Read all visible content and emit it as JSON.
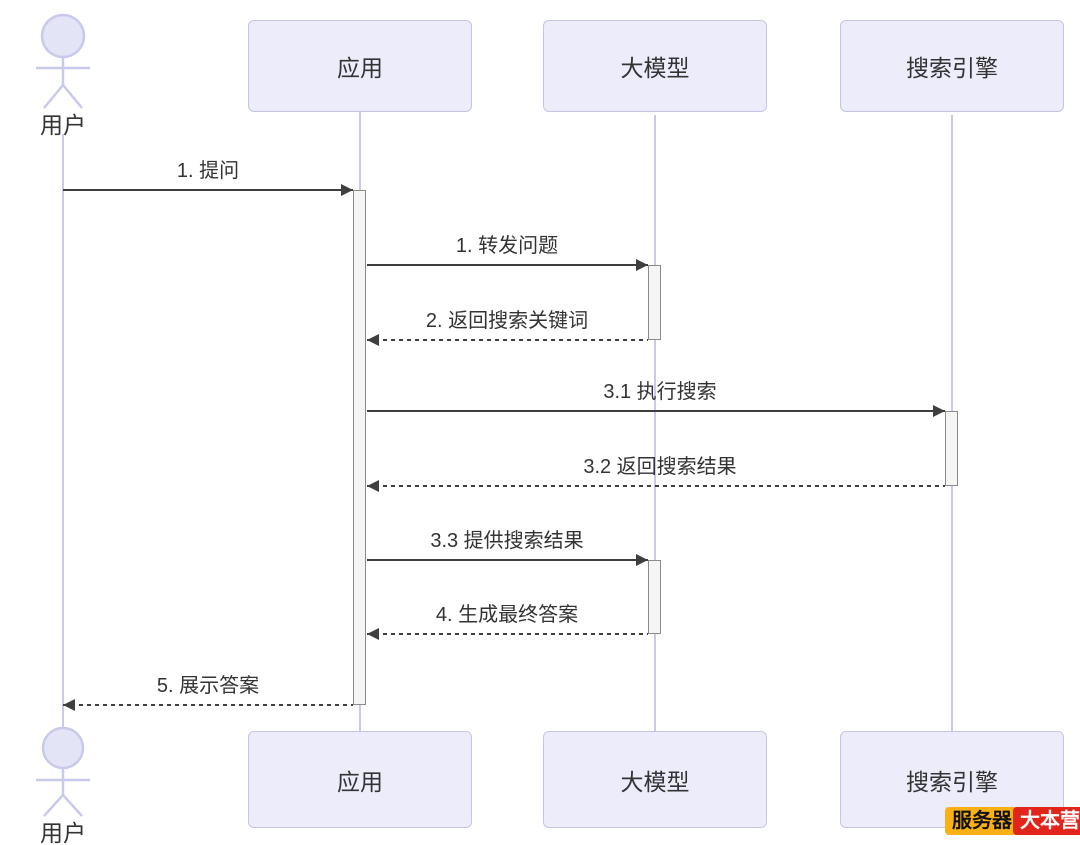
{
  "diagram": {
    "type": "sequence-diagram",
    "actors": [
      {
        "id": "user",
        "label": "用户"
      }
    ],
    "participants": [
      {
        "id": "app",
        "label": "应用"
      },
      {
        "id": "llm",
        "label": "大模型"
      },
      {
        "id": "search",
        "label": "搜索引擎"
      }
    ],
    "messages": [
      {
        "label": "1. 提问",
        "from": "用户",
        "to": "应用",
        "style": "solid"
      },
      {
        "label": "1. 转发问题",
        "from": "应用",
        "to": "大模型",
        "style": "solid"
      },
      {
        "label": "2. 返回搜索关键词",
        "from": "大模型",
        "to": "应用",
        "style": "dashed"
      },
      {
        "label": "3.1 执行搜索",
        "from": "应用",
        "to": "搜索引擎",
        "style": "solid"
      },
      {
        "label": "3.2 返回搜索结果",
        "from": "搜索引擎",
        "to": "应用",
        "style": "dashed"
      },
      {
        "label": "3.3 提供搜索结果",
        "from": "应用",
        "to": "大模型",
        "style": "solid"
      },
      {
        "label": "4. 生成最终答案",
        "from": "大模型",
        "to": "应用",
        "style": "dashed"
      },
      {
        "label": "5. 展示答案",
        "from": "应用",
        "to": "用户",
        "style": "dashed"
      }
    ],
    "colors": {
      "participant_fill": "#ECECFB",
      "participant_border": "#C5C5E6",
      "lifeline": "#C9C9EC",
      "activation_fill": "#F5F5F5",
      "activation_border": "#8A8A8A",
      "arrow": "#3F3F3F",
      "text": "#333333",
      "badge_yellow_bg": "#FBB116",
      "badge_red_bg": "#E2251B"
    },
    "watermark": {
      "badge_yellow": "服务器",
      "badge_red": "大本营"
    }
  }
}
